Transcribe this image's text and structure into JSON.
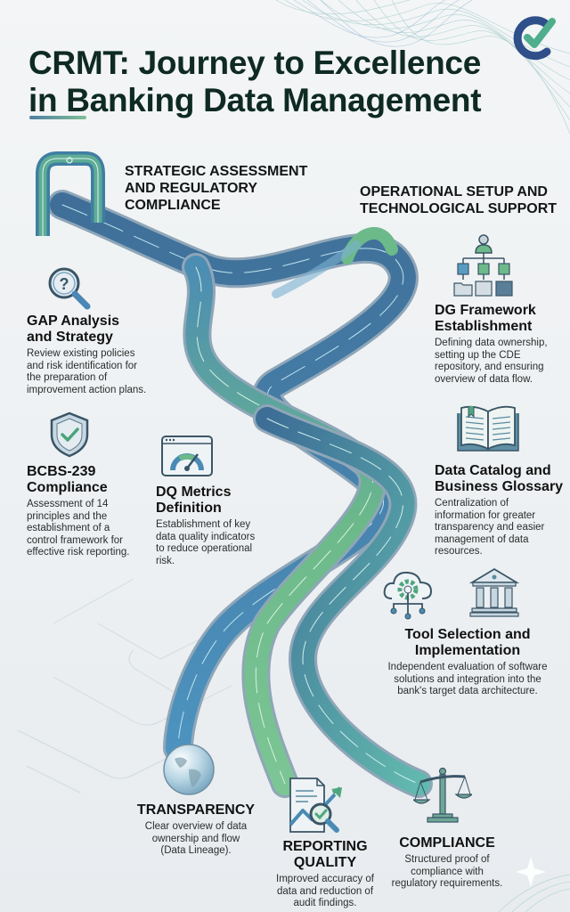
{
  "header": {
    "title_line1": "CRMT: Journey to Excellence",
    "title_line2": "in Banking Data Management",
    "logo_icon": "check-c-logo-icon",
    "accent_colors": [
      "#4f7ea3",
      "#7fbf94"
    ]
  },
  "phases": {
    "phase1": {
      "line1": "STRATEGIC ASSESSMENT",
      "line2": "AND REGULATORY",
      "line3": "COMPLIANCE",
      "icon": "gate-arch-icon"
    },
    "phase2": {
      "line1": "OPERATIONAL SETUP AND",
      "line2": "TECHNOLOGICAL SUPPORT"
    }
  },
  "steps": {
    "gap": {
      "icon": "magnifier-question-icon",
      "title1": "GAP Analysis",
      "title2": "and Strategy",
      "desc": [
        "Review existing policies",
        "and risk identification for",
        "the preparation of",
        "improvement action plans."
      ]
    },
    "bcbs": {
      "icon": "shield-check-icon",
      "title1": "BCBS-239",
      "title2": "Compliance",
      "desc": [
        "Assessment of 14",
        "principles and the",
        "establishment of a",
        "control framework for",
        "effective risk reporting."
      ]
    },
    "dq": {
      "icon": "gauge-window-icon",
      "title1": "DQ Metrics",
      "title2": "Definition",
      "desc": [
        "Establishment of key",
        "data quality indicators",
        "to reduce operational",
        "risk."
      ]
    },
    "dg": {
      "icon": "org-chart-icon",
      "title1": "DG Framework",
      "title2": "Establishment",
      "desc": [
        "Defining data ownership,",
        "setting up the CDE",
        "repository, and ensuring",
        "overview of data flow."
      ]
    },
    "catalog": {
      "icon": "open-book-icon",
      "title1": "Data Catalog and",
      "title2": "Business Glossary",
      "desc": [
        "Centralization of",
        "information for greater",
        "transparency and easier",
        "management of data",
        "resources."
      ]
    },
    "tool": {
      "icons": [
        "cloud-gear-icon",
        "bank-building-icon"
      ],
      "title1": "Tool Selection and",
      "title2": "Implementation",
      "desc": [
        "Independent evaluation of software",
        "solutions and integration into the",
        "bank's target data architecture."
      ]
    }
  },
  "outcomes": {
    "transparency": {
      "icon": "globe-icon",
      "title": "TRANSPARENCY",
      "desc": [
        "Clear overview of data",
        "ownership and flow",
        "(Data Lineage)."
      ]
    },
    "reporting": {
      "icon": "report-magnifier-icon",
      "title1": "REPORTING",
      "title2": "QUALITY",
      "desc": [
        "Improved accuracy of",
        "data and reduction of",
        "audit findings."
      ]
    },
    "compliance": {
      "icon": "scales-icon",
      "title": "COMPLIANCE",
      "desc": [
        "Structured proof of",
        "compliance with",
        "regulatory requirements."
      ]
    }
  },
  "colors": {
    "road_dark": "#3c6890",
    "road_blue": "#4a8bb5",
    "road_green": "#6fbb8c",
    "road_teal": "#5fb3ad",
    "icon_stroke": "#3a5566",
    "title_color": "#0e2a22"
  }
}
